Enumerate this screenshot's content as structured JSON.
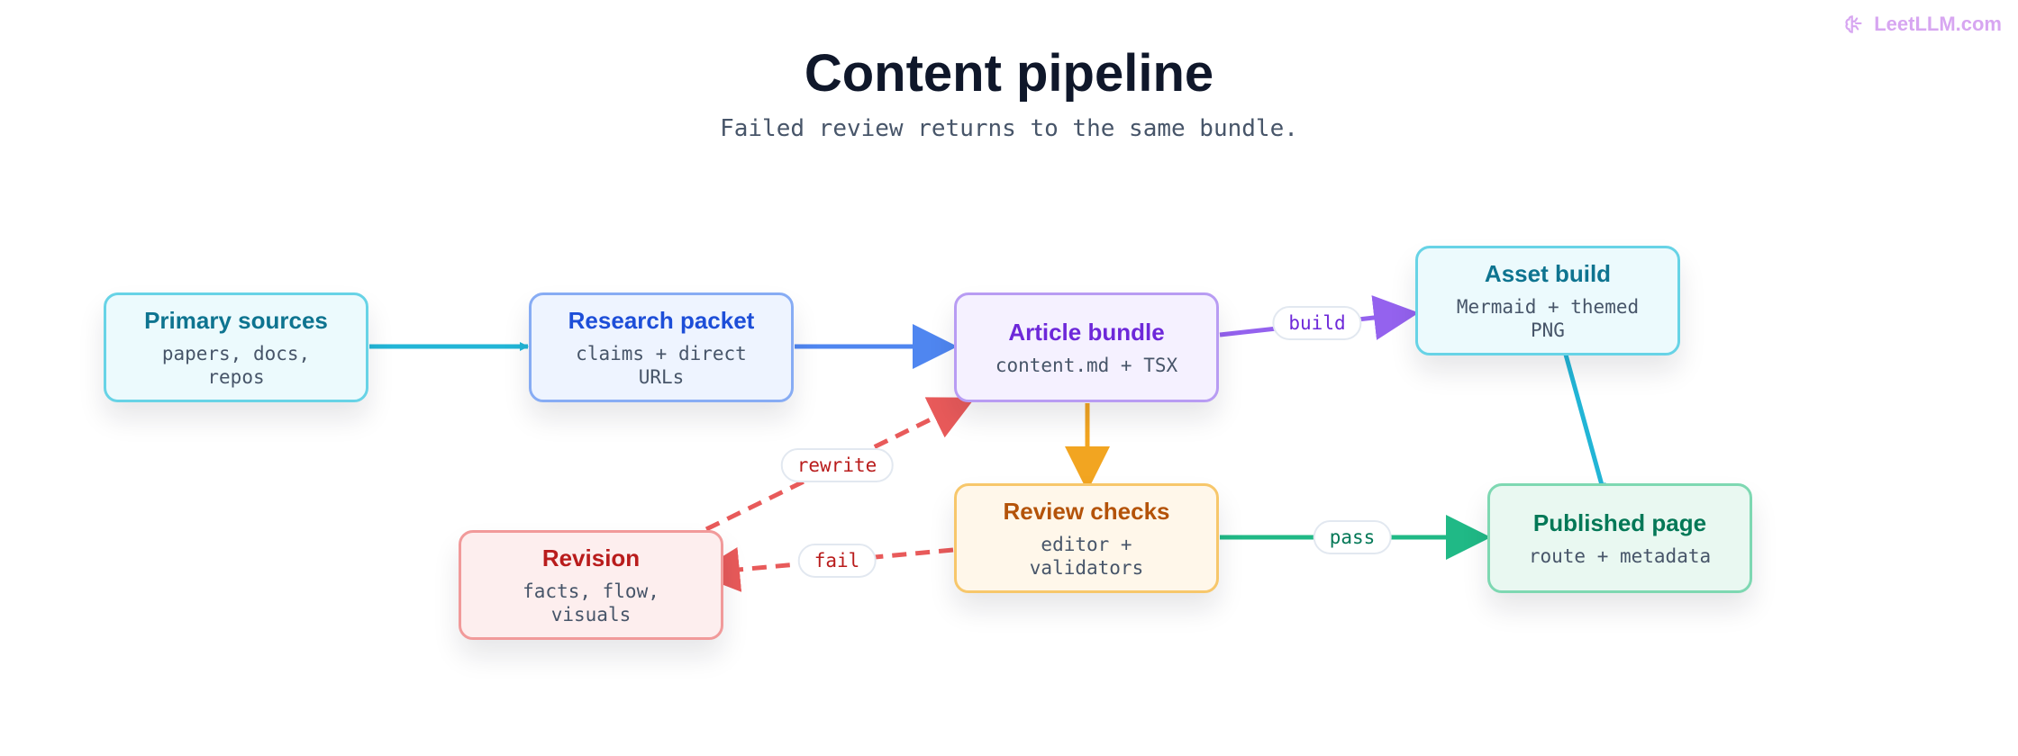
{
  "brand": {
    "name": "LeetLLM.com",
    "icon": "brain-icon"
  },
  "title": "Content pipeline",
  "subtitle": "Failed review returns to the same bundle.",
  "colors": {
    "teal": "#0e7490",
    "blue": "#1d4ed8",
    "purple": "#6d28d9",
    "orange": "#b45309",
    "green": "#047857",
    "red": "#b91c1c"
  },
  "nodes": {
    "primary": {
      "title": "Primary sources",
      "sub": "papers, docs,\nrepos"
    },
    "research": {
      "title": "Research packet",
      "sub": "claims + direct\nURLs"
    },
    "article": {
      "title": "Article bundle",
      "sub": "content.md + TSX"
    },
    "asset": {
      "title": "Asset build",
      "sub": "Mermaid + themed\nPNG"
    },
    "review": {
      "title": "Review checks",
      "sub": "editor +\nvalidators"
    },
    "revision": {
      "title": "Revision",
      "sub": "facts, flow,\nvisuals"
    },
    "published": {
      "title": "Published page",
      "sub": "route + metadata"
    }
  },
  "edges": {
    "build": "build",
    "rewrite": "rewrite",
    "fail": "fail",
    "pass": "pass"
  }
}
